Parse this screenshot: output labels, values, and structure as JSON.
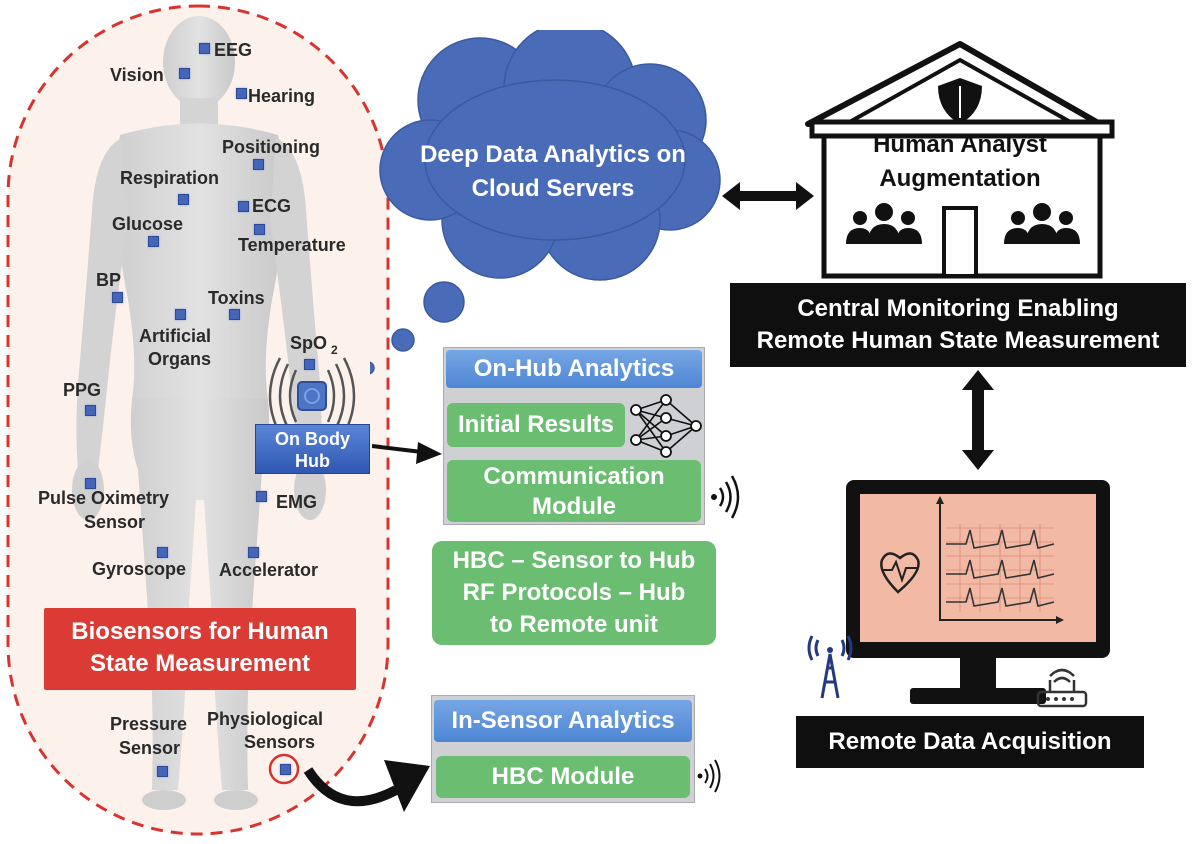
{
  "body_labels": {
    "eeg": "EEG",
    "vision": "Vision",
    "hearing": "Hearing",
    "positioning": "Positioning",
    "respiration": "Respiration",
    "ecg": "ECG",
    "glucose": "Glucose",
    "temperature": "Temperature",
    "bp": "BP",
    "toxins": "Toxins",
    "artificial_organs_1": "Artificial",
    "artificial_organs_2": "Organs",
    "spo2": "SpO",
    "spo2_sub": "2",
    "ppg": "PPG",
    "on_body_hub_1": "On Body",
    "on_body_hub_2": "Hub",
    "pulse_ox_1": "Pulse Oximetry",
    "pulse_ox_2": "Sensor",
    "emg": "EMG",
    "gyroscope": "Gyroscope",
    "accelerator": "Accelerator",
    "pressure_1": "Pressure",
    "pressure_2": "Sensor",
    "physio_1": "Physiological",
    "physio_2": "Sensors"
  },
  "biosensors_panel": {
    "line1": "Biosensors for Human",
    "line2": "State Measurement"
  },
  "cloud": {
    "line1": "Deep Data Analytics on",
    "line2": "Cloud Servers"
  },
  "analyst": {
    "line1": "Human Analyst",
    "line2": "Augmentation"
  },
  "central_monitoring": {
    "line1": "Central Monitoring Enabling",
    "line2": "Remote Human State Measurement"
  },
  "on_hub": {
    "title": "On-Hub Analytics",
    "initial_results": "Initial Results",
    "comm_1": "Communication",
    "comm_2": "Module"
  },
  "protocols": {
    "line1": "HBC – Sensor to Hub",
    "line2": "RF Protocols – Hub",
    "line3": "to Remote unit"
  },
  "in_sensor": {
    "title": "In-Sensor Analytics",
    "module": "HBC Module"
  },
  "remote": {
    "label": "Remote Data Acquisition"
  },
  "colors": {
    "cloud": "#4a6cb8",
    "red_panel": "#dc3a35",
    "green": "#6bbd72",
    "blue_header": "#5b91d9",
    "monitor_screen": "#f2b9a4"
  }
}
